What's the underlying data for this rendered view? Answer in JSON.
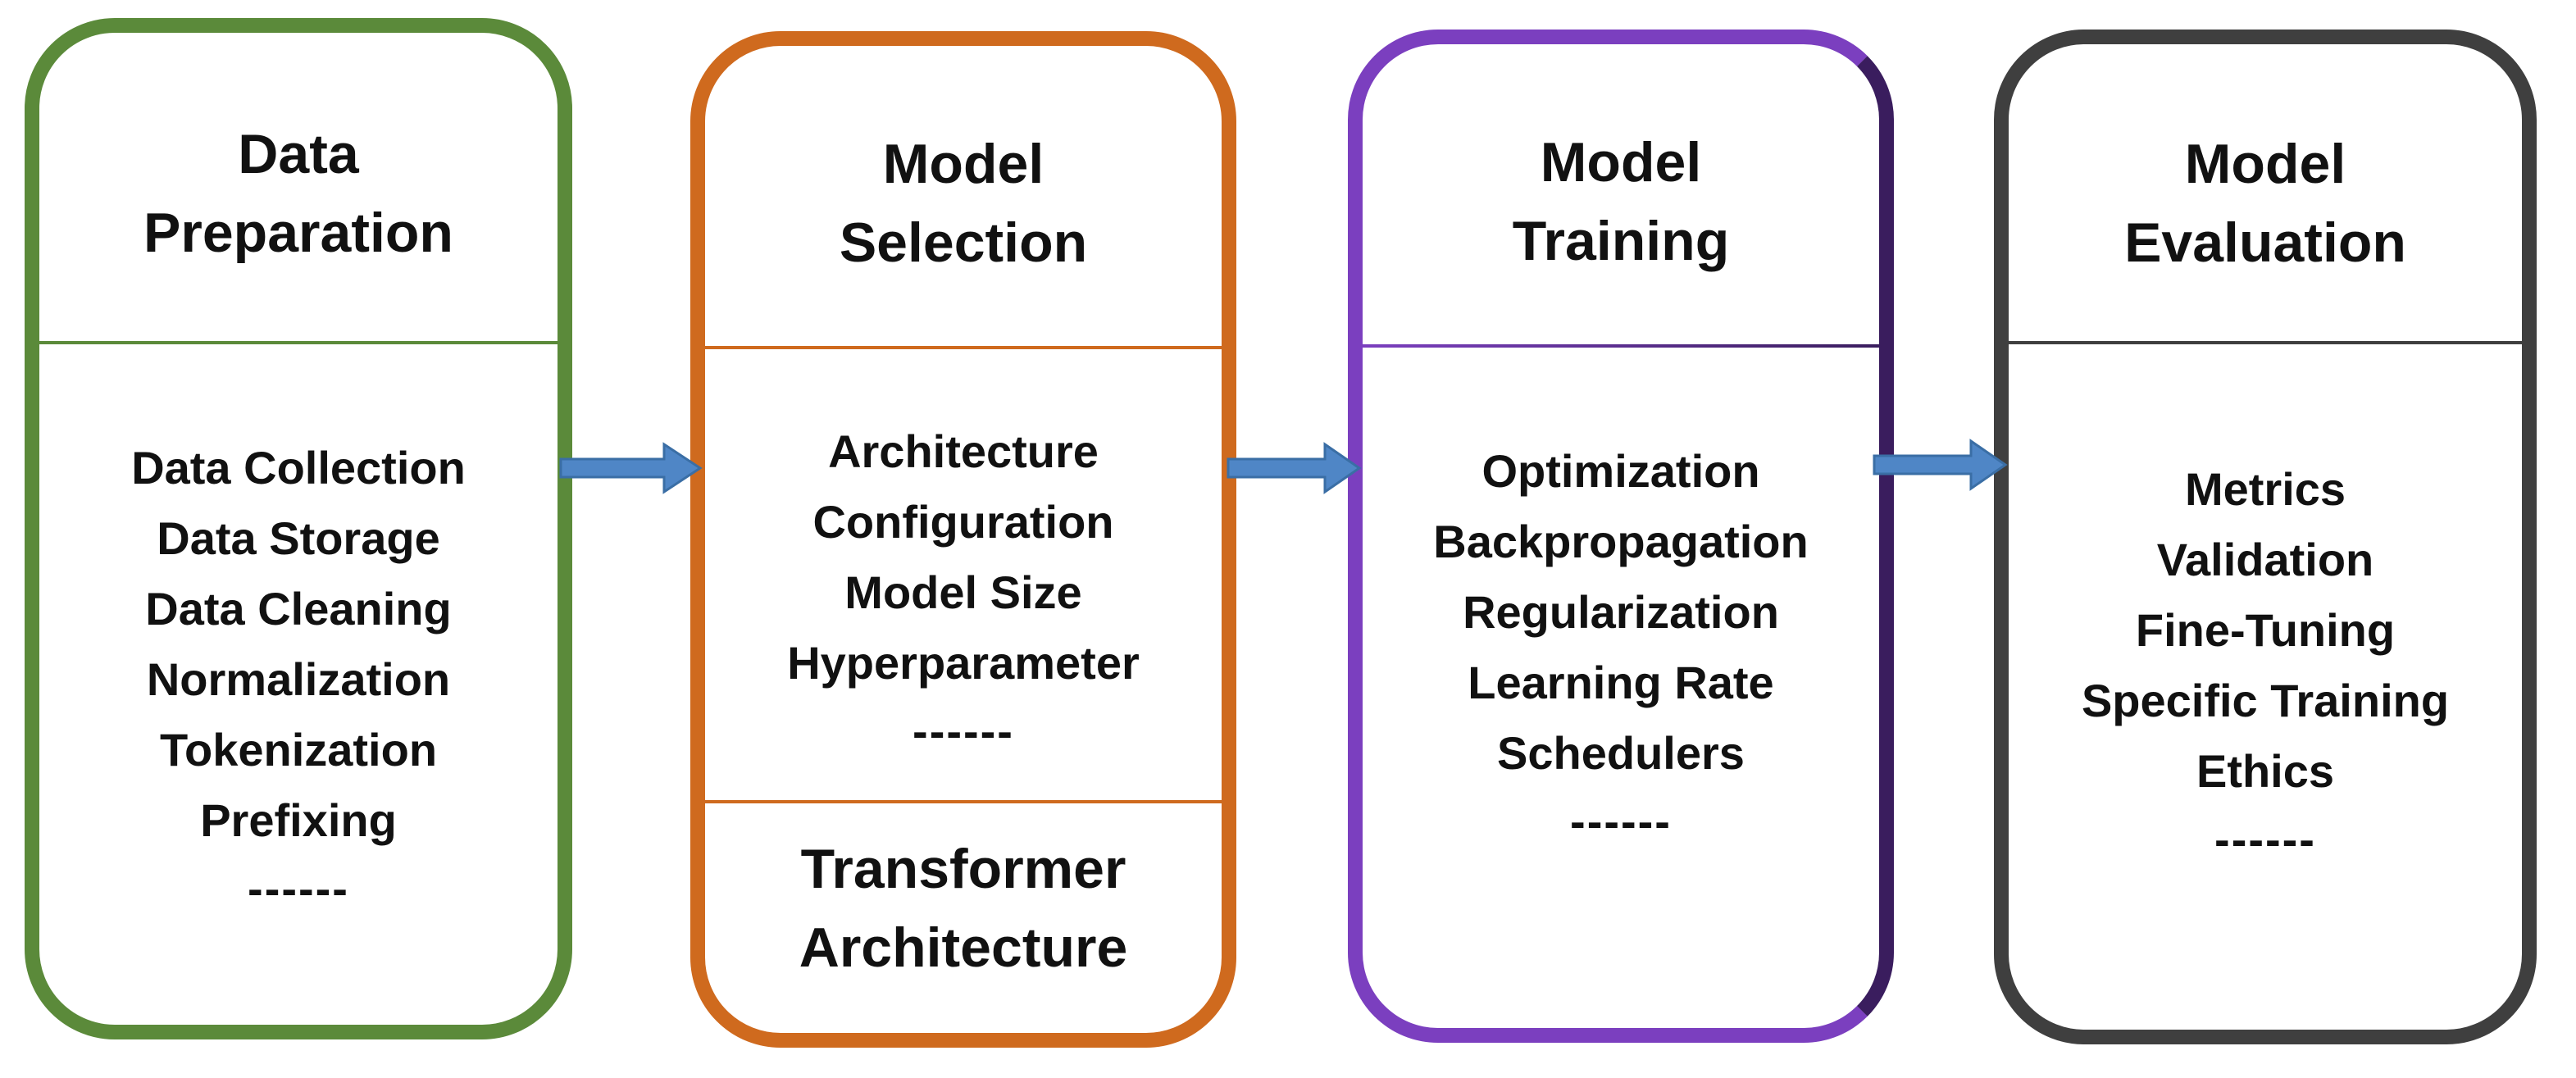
{
  "stages": [
    {
      "title_lines": [
        "Data",
        "Preparation"
      ],
      "items": [
        "Data Collection",
        "Data Storage",
        "Data Cleaning",
        "Normalization",
        "Tokenization",
        "Prefixing"
      ],
      "ellipsis": "------",
      "color": "#5b8a3a"
    },
    {
      "title_lines": [
        "Model",
        "Selection"
      ],
      "items": [
        "Architecture",
        "Configuration",
        "Model Size",
        "Hyperparameter"
      ],
      "ellipsis": "------",
      "subsection_lines": [
        "Transformer",
        "Architecture"
      ],
      "color": "#cf6a1e"
    },
    {
      "title_lines": [
        "Model",
        "Training"
      ],
      "items": [
        "Optimization",
        "Backpropagation",
        "Regularization",
        "Learning Rate",
        "Schedulers"
      ],
      "ellipsis": "------",
      "color": "#7b3fbf",
      "color_end": "#3a1d5e"
    },
    {
      "title_lines": [
        "Model",
        "Evaluation"
      ],
      "items": [
        "Metrics",
        "Validation",
        "Fine-Tuning",
        "Specific Training",
        "Ethics"
      ],
      "ellipsis": "------",
      "color": "#3f3f3f"
    }
  ],
  "arrow_color": "#4f86c6"
}
